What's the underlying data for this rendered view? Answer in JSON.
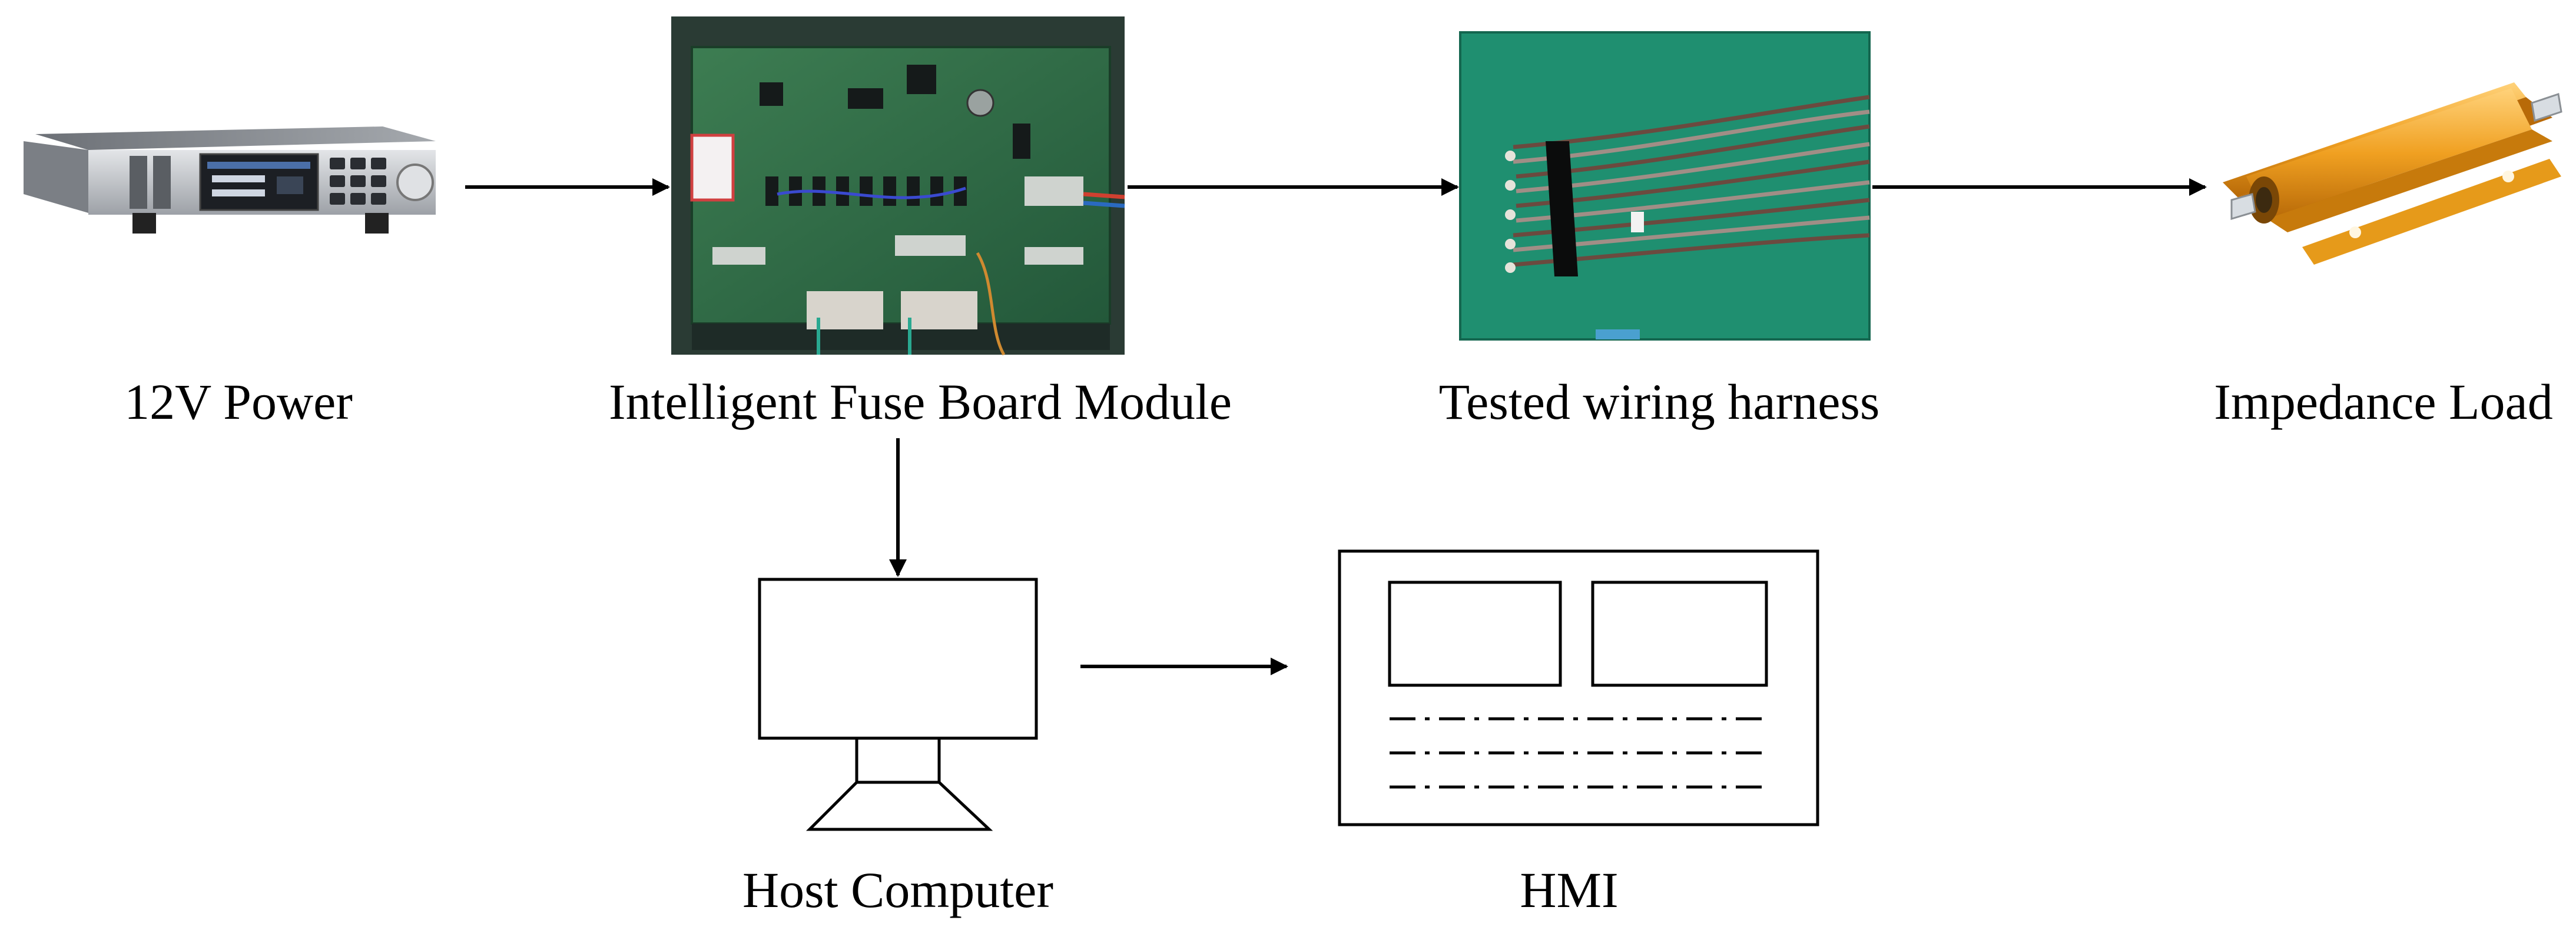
{
  "nodes": {
    "power": {
      "label": "12V Power",
      "icon": "power-supply-photo"
    },
    "fuse_board": {
      "label": "Intelligent Fuse Board Module",
      "icon": "pcb-board-photo"
    },
    "harness": {
      "label": "Tested wiring harness",
      "icon": "wiring-harness-photo"
    },
    "load": {
      "label": "Impedance Load",
      "icon": "resistor-photo"
    },
    "host": {
      "label": "Host Computer",
      "icon": "monitor-icon"
    },
    "hmi": {
      "label": "HMI",
      "icon": "hmi-screen-icon"
    }
  },
  "edges": [
    {
      "from": "power",
      "to": "fuse_board"
    },
    {
      "from": "fuse_board",
      "to": "harness"
    },
    {
      "from": "harness",
      "to": "load"
    },
    {
      "from": "fuse_board",
      "to": "host"
    },
    {
      "from": "host",
      "to": "hmi"
    }
  ],
  "colors": {
    "pcb_green": "#2f6b45",
    "harness_bg": "#1f8f70",
    "resistor_gold": "#e69a1a",
    "psu_gray": "#b8bcc2"
  }
}
